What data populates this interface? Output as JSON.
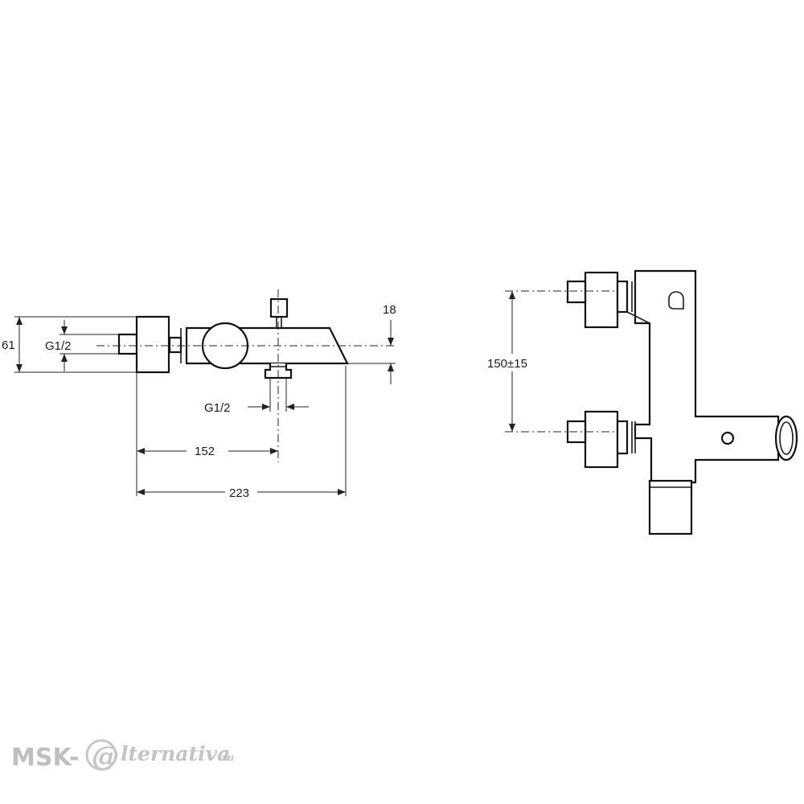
{
  "side_view": {
    "dim_height": "61",
    "dim_inlet_thread": "G1/2",
    "dim_spout_offset": "18",
    "dim_outlet_thread": "G1/2",
    "dim_outlet_distance": "152",
    "dim_overall_length": "223"
  },
  "front_view": {
    "dim_inlet_spacing": "150±15"
  },
  "watermark": {
    "prefix": "MSK-",
    "symbol": "@",
    "word": "lternativa",
    "suffix": ".ru"
  }
}
